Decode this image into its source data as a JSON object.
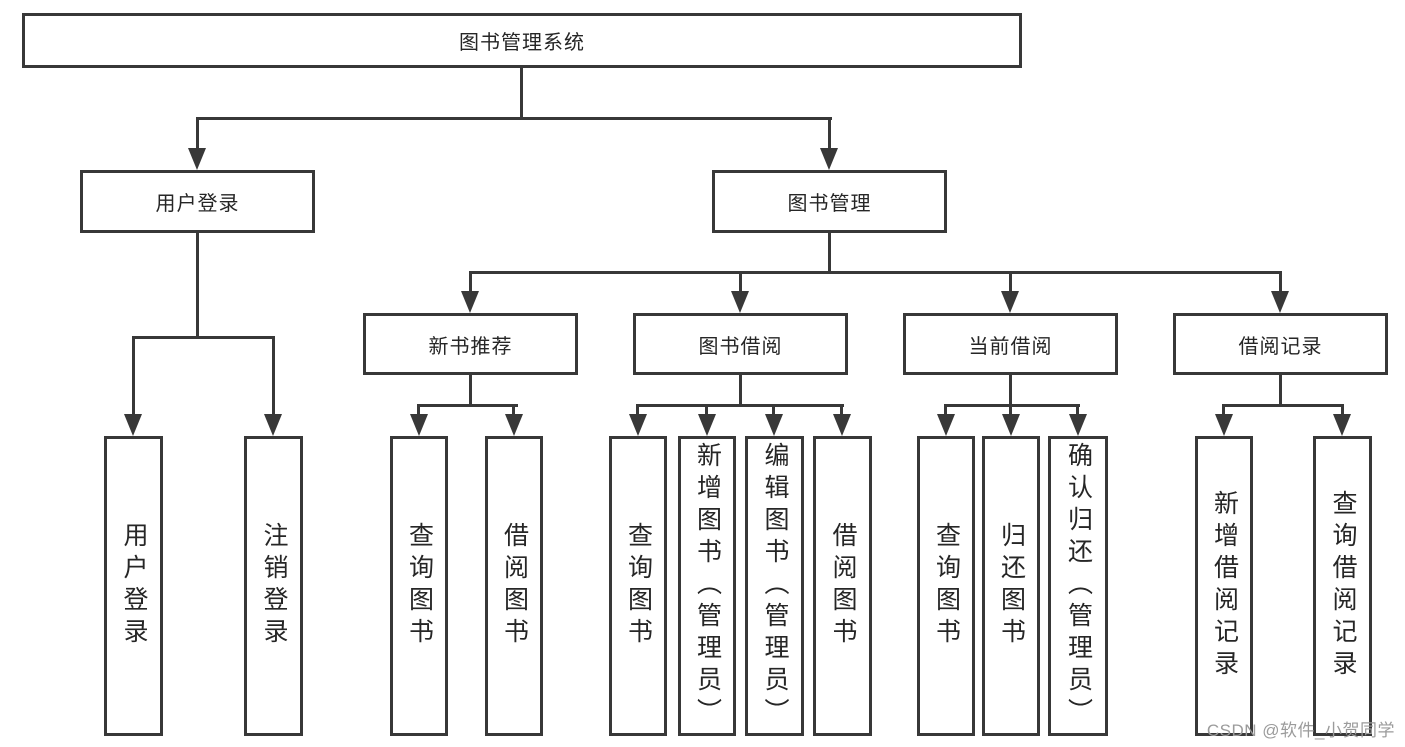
{
  "diagram": {
    "root": {
      "label": "图书管理系统"
    },
    "branches": [
      {
        "label": "用户登录",
        "children": [
          {
            "label": "用户登录"
          },
          {
            "label": "注销登录"
          }
        ]
      },
      {
        "label": "图书管理",
        "children": [
          {
            "label": "新书推荐",
            "children": [
              {
                "label": "查询图书"
              },
              {
                "label": "借阅图书"
              }
            ]
          },
          {
            "label": "图书借阅",
            "children": [
              {
                "label": "查询图书"
              },
              {
                "label": "新增图书（管理员）"
              },
              {
                "label": "编辑图书（管理员）"
              },
              {
                "label": "借阅图书"
              }
            ]
          },
          {
            "label": "当前借阅",
            "children": [
              {
                "label": "查询图书"
              },
              {
                "label": "归还图书"
              },
              {
                "label": "确认归还（管理员）"
              }
            ]
          },
          {
            "label": "借阅记录",
            "children": [
              {
                "label": "新增借阅记录"
              },
              {
                "label": "查询借阅记录"
              }
            ]
          }
        ]
      }
    ],
    "watermark": "CSDN @软件_小贺同学",
    "colors": {
      "line": "#383838",
      "text": "#262626",
      "watermark": "#9b9b9b",
      "background": "#ffffff"
    }
  }
}
